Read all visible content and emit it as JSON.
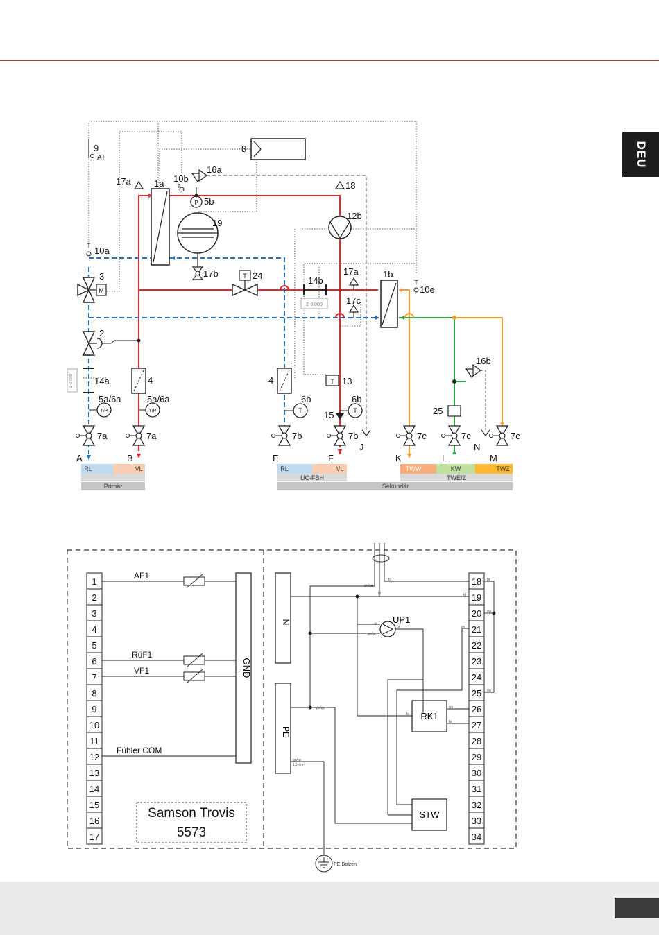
{
  "side_tab": "DEU",
  "hydraulic": {
    "labels": {
      "c9": "9",
      "at": "AT",
      "c8": "8",
      "c17a_left": "17a",
      "c1a": "1a",
      "c10b": "10b",
      "c16a": "16a",
      "c5b": "5b",
      "c18": "18",
      "c12b": "12b",
      "c19": "19",
      "c10a": "10a",
      "c17b": "17b",
      "c3": "3",
      "c24": "24",
      "c14b": "14b",
      "c17a_mid": "17a",
      "c1b": "1b",
      "c10e": "10e",
      "c17c": "17c",
      "c2": "2",
      "c16b": "16b",
      "c14a": "14a",
      "c4_left": "4",
      "c4_right": "4",
      "c13": "13",
      "c5a6a_left": "5a/6a",
      "c5a6a_right": "5a/6a",
      "c6b_left": "6b",
      "c6b_right": "6b",
      "c15": "15",
      "c25": "25",
      "c7a_1": "7a",
      "c7a_2": "7a",
      "c7b_1": "7b",
      "c7b_2": "7b",
      "c7c_1": "7c",
      "c7c_2": "7c",
      "c7c_3": "7c",
      "A": "A",
      "B": "B",
      "E": "E",
      "F": "F",
      "J": "J",
      "K": "K",
      "L": "L",
      "N": "N",
      "M": "M",
      "sym_M": "M",
      "sym_T": "T",
      "sym_P": "P",
      "sym_TP": "T/P",
      "sigma": "Σ 0.000"
    },
    "legend": {
      "rl_primary": "RL",
      "vl_primary": "VL",
      "primar": "Primär",
      "rl_uc": "RL",
      "vl_uc": "VL",
      "uc_fbh": "UC-FBH",
      "tww": "TWW",
      "kw": "KW",
      "twz": "TWZ",
      "twe_z": "TWE/Z",
      "sekundar": "Sekundär"
    },
    "colors": {
      "supply": "#e3282d",
      "return": "#2b71b8",
      "dhw": "#f39d33",
      "cold": "#2aa245",
      "rl_bg": "#bfd9ee",
      "vl_bg": "#f8cfb3",
      "tww_bg": "#f7ae7c",
      "kw_bg": "#bfe0a0",
      "twz_bg": "#fbb832"
    }
  },
  "wiring": {
    "left_terminals": [
      "1",
      "2",
      "3",
      "4",
      "5",
      "6",
      "7",
      "8",
      "9",
      "10",
      "11",
      "12",
      "13",
      "14",
      "15",
      "16",
      "17"
    ],
    "right_terminals": [
      "18",
      "19",
      "20",
      "21",
      "22",
      "23",
      "24",
      "25",
      "26",
      "27",
      "28",
      "29",
      "30",
      "31",
      "32",
      "33",
      "34"
    ],
    "af1": "AF1",
    "ruf1": "RüF1",
    "vf1": "VF1",
    "fuhler_com": "Fühler COM",
    "gnd": "GND",
    "n": "N",
    "pe": "PE",
    "up1": "UP1",
    "rk1": "RK1",
    "stw": "STW",
    "device_line1": "Samson Trovis",
    "device_line2": "5573",
    "pe_bolzen": "PE-Bolzen",
    "wire_tags": {
      "gnge": "gn/ge",
      "bl": "bl",
      "br": "br",
      "sw": "sw",
      "gnge_size": "gn/ge",
      "size": "1,5mm²",
      "ws": "ws"
    }
  }
}
